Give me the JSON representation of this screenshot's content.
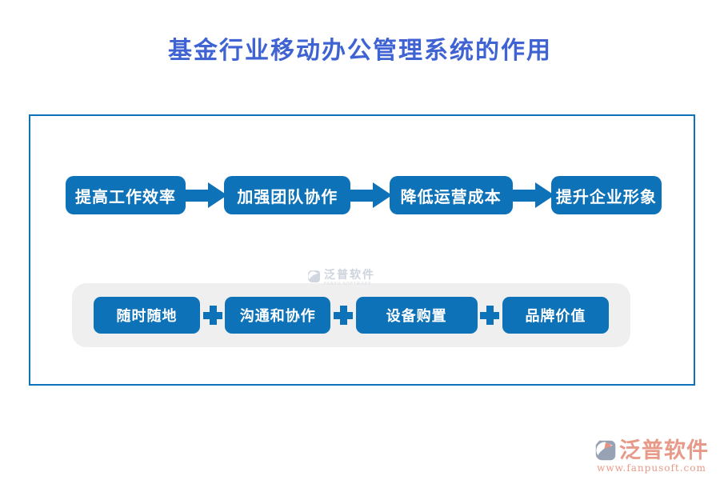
{
  "title": "基金行业移动办公管理系统的作用",
  "colors": {
    "primary_blue": "#0e72b9",
    "title_blue": "#3f63d2",
    "panel_gray": "#efefef",
    "watermark_gray": "#c9d0da",
    "brand_salmon": "#e89a89"
  },
  "top_flow": {
    "connector": "arrow-right-icon",
    "items": [
      "提高工作效率",
      "加强团队协作",
      "降低运营成本",
      "提升企业形象"
    ]
  },
  "bottom_flow": {
    "connector": "plus-icon",
    "items": [
      "随时随地",
      "沟通和协作",
      "设备购置",
      "品牌价值"
    ]
  },
  "watermark": {
    "brand": "泛普软件",
    "sub": "FANPU SOFTWARE"
  },
  "footer": {
    "brand": "泛普软件",
    "url": "www.fanpusoft.com"
  }
}
